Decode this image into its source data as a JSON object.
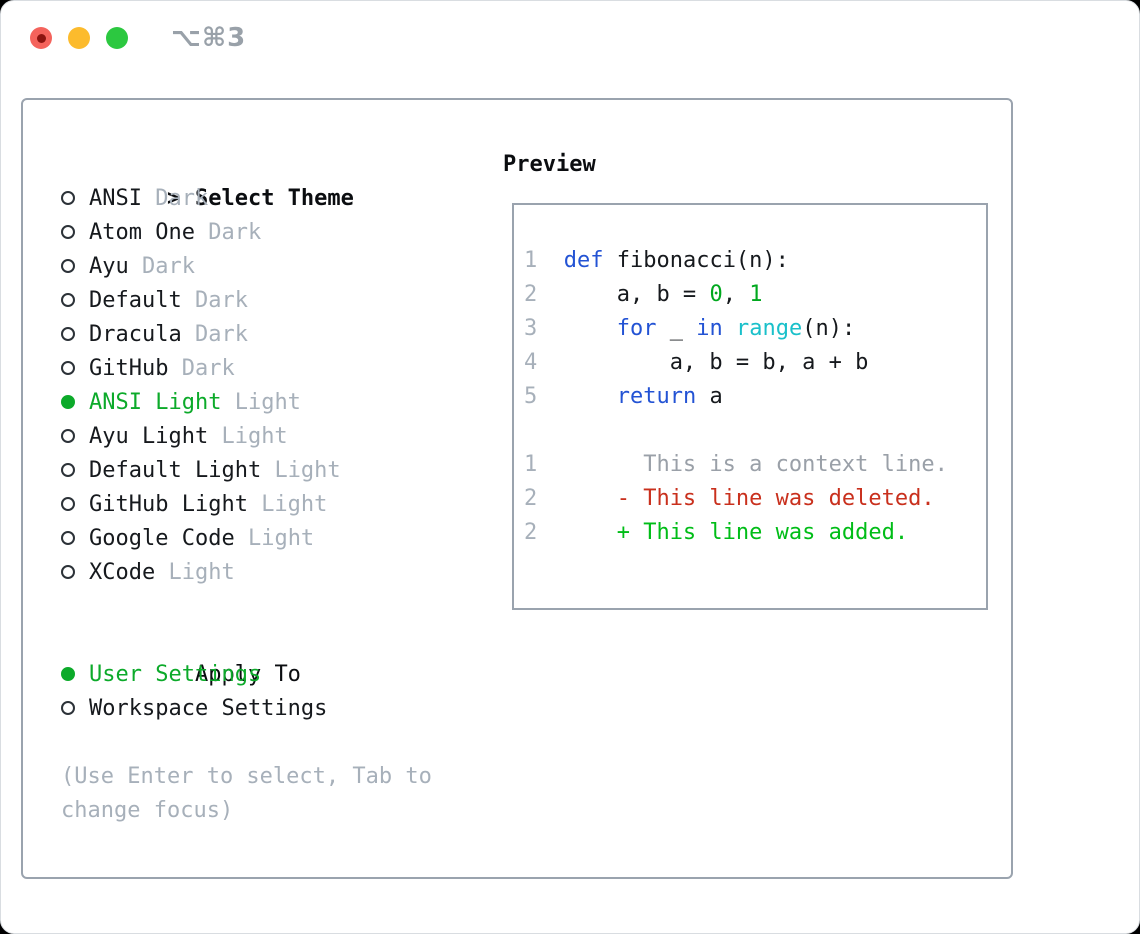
{
  "window": {
    "title": "⌥⌘3"
  },
  "colors": {
    "accent_green": "#0caa2a",
    "keyword_blue": "#2353d4",
    "builtin_cyan": "#1ac0ca",
    "number_green": "#00a81e",
    "diff_red": "#c9301d",
    "diff_added_green": "#00bd17",
    "muted_gray": "#a7b0ba",
    "panel_border": "#9aa3ae",
    "traffic_red": "#f4635c",
    "traffic_yellow": "#fcbb2d",
    "traffic_green": "#2cc840"
  },
  "theme_picker": {
    "header_prefix": ">",
    "header": "Select Theme",
    "themes": [
      {
        "name": "ANSI",
        "variant": "Dark",
        "selected": false
      },
      {
        "name": "Atom One",
        "variant": "Dark",
        "selected": false
      },
      {
        "name": "Ayu",
        "variant": "Dark",
        "selected": false
      },
      {
        "name": "Default",
        "variant": "Dark",
        "selected": false
      },
      {
        "name": "Dracula",
        "variant": "Dark",
        "selected": false
      },
      {
        "name": "GitHub",
        "variant": "Dark",
        "selected": false
      },
      {
        "name": "ANSI Light",
        "variant": "Light",
        "selected": true
      },
      {
        "name": "Ayu Light",
        "variant": "Light",
        "selected": false
      },
      {
        "name": "Default Light",
        "variant": "Light",
        "selected": false
      },
      {
        "name": "GitHub Light",
        "variant": "Light",
        "selected": false
      },
      {
        "name": "Google Code",
        "variant": "Light",
        "selected": false
      },
      {
        "name": "XCode",
        "variant": "Light",
        "selected": false
      }
    ],
    "apply_to": {
      "header": "Apply To",
      "options": [
        {
          "label": "User Settings",
          "selected": true
        },
        {
          "label": "Workspace Settings",
          "selected": false
        }
      ]
    },
    "help_lines": [
      "(Use Enter to select, Tab to",
      "change focus)"
    ]
  },
  "preview": {
    "header": "Preview",
    "lines": [
      {
        "num": "1",
        "segments": [
          {
            "t": " "
          },
          {
            "t": "def",
            "c": "kw"
          },
          {
            "t": " fibonacci(n):"
          }
        ]
      },
      {
        "num": "2",
        "segments": [
          {
            "t": "     a, b = "
          },
          {
            "t": "0",
            "c": "num"
          },
          {
            "t": ", "
          },
          {
            "t": "1",
            "c": "num"
          }
        ]
      },
      {
        "num": "3",
        "segments": [
          {
            "t": "     "
          },
          {
            "t": "for",
            "c": "kw"
          },
          {
            "t": " _ "
          },
          {
            "t": "in",
            "c": "kw"
          },
          {
            "t": " "
          },
          {
            "t": "range",
            "c": "cyan"
          },
          {
            "t": "(n):"
          }
        ]
      },
      {
        "num": "4",
        "segments": [
          {
            "t": "         a, b = b, a + b"
          }
        ]
      },
      {
        "num": "5",
        "segments": [
          {
            "t": "     "
          },
          {
            "t": "return",
            "c": "kw"
          },
          {
            "t": " a"
          }
        ]
      },
      {
        "num": "",
        "segments": []
      },
      {
        "num": "1",
        "segments": [
          {
            "t": "       This is a context line.",
            "c": "gray"
          }
        ]
      },
      {
        "num": "2",
        "segments": [
          {
            "t": "     - This line was deleted.",
            "c": "red"
          }
        ]
      },
      {
        "num": "2",
        "segments": [
          {
            "t": "     + This line was added.",
            "c": "add"
          }
        ]
      }
    ]
  }
}
